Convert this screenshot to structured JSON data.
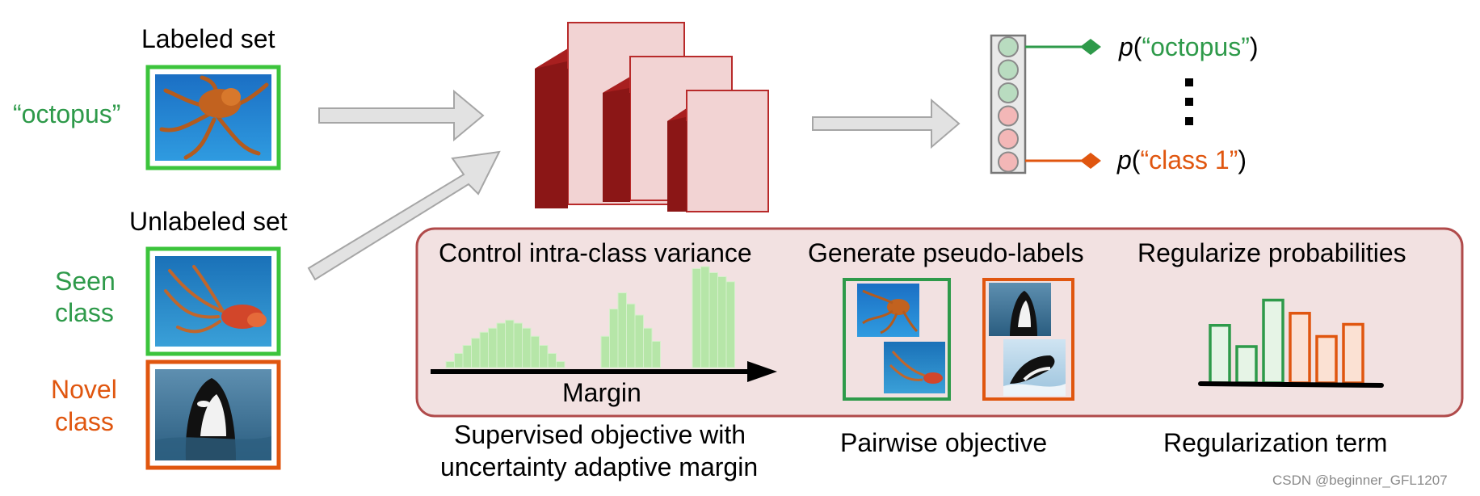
{
  "labeled_set": {
    "title": "Labeled set",
    "class_label": "“octopus”"
  },
  "unlabeled_set": {
    "title": "Unlabeled set",
    "seen_label": [
      "Seen",
      "class"
    ],
    "novel_label": [
      "Novel",
      "class"
    ]
  },
  "outputs": {
    "p": "p",
    "top": {
      "open": "(",
      "name": "“octopus”",
      "close": ")"
    },
    "bottom": {
      "open": "(",
      "name": "“class 1”",
      "close": ")"
    }
  },
  "objectives": {
    "intra_class": {
      "title": "Control intra-class variance",
      "axis_label": "Margin",
      "caption": [
        "Supervised objective with",
        "uncertainty adaptive margin"
      ]
    },
    "pseudo_labels": {
      "title": "Generate pseudo-labels",
      "caption": "Pairwise objective"
    },
    "regularize": {
      "title": "Regularize probabilities",
      "caption": "Regularization term"
    }
  },
  "histogram_groups": [
    [
      0.06,
      0.14,
      0.22,
      0.29,
      0.35,
      0.39,
      0.44,
      0.47,
      0.44,
      0.39,
      0.31,
      0.22,
      0.14,
      0.06
    ],
    [
      0.31,
      0.58,
      0.74,
      0.63,
      0.52,
      0.39,
      0.26
    ],
    [
      0.98,
      1.0,
      0.94,
      0.9,
      0.85
    ]
  ],
  "prob_bars": [
    {
      "value": 0.57,
      "group": "seen"
    },
    {
      "value": 0.36,
      "group": "seen"
    },
    {
      "value": 0.82,
      "group": "seen"
    },
    {
      "value": 0.69,
      "group": "novel"
    },
    {
      "value": 0.46,
      "group": "novel"
    },
    {
      "value": 0.58,
      "group": "novel"
    }
  ],
  "output_neurons": [
    "seen",
    "seen",
    "seen",
    "novel",
    "novel",
    "novel"
  ],
  "colors": {
    "seen": "#2e9a4a",
    "novel": "#e0560f",
    "layer": "#9e1a1a",
    "panel_bg": "#f2e1e1",
    "panel_border": "#b04a4a",
    "hist_fill": "#b6e6a8",
    "arrow_fill": "#e2e2e2"
  },
  "watermark": "CSDN @beginner_GFL1207"
}
